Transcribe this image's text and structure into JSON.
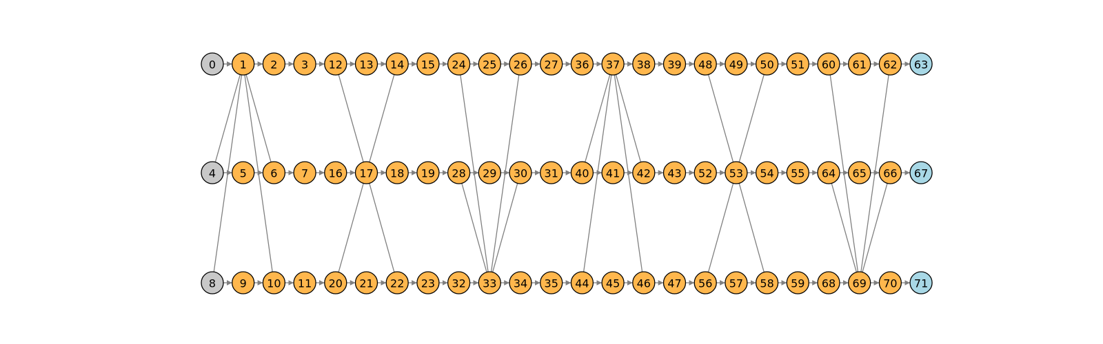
{
  "colors": {
    "source": "#c8c8c8",
    "internal": "#ffb74d",
    "sink": "#a8d8e6",
    "edge": "#808080",
    "stroke": "#000000"
  },
  "rows": [
    {
      "id": "top",
      "nodes": [
        {
          "label": "0",
          "kind": "source"
        },
        {
          "label": "1",
          "kind": "internal"
        },
        {
          "label": "2",
          "kind": "internal"
        },
        {
          "label": "3",
          "kind": "internal"
        },
        {
          "label": "12",
          "kind": "internal"
        },
        {
          "label": "13",
          "kind": "internal"
        },
        {
          "label": "14",
          "kind": "internal"
        },
        {
          "label": "15",
          "kind": "internal"
        },
        {
          "label": "24",
          "kind": "internal"
        },
        {
          "label": "25",
          "kind": "internal"
        },
        {
          "label": "26",
          "kind": "internal"
        },
        {
          "label": "27",
          "kind": "internal"
        },
        {
          "label": "36",
          "kind": "internal"
        },
        {
          "label": "37",
          "kind": "internal"
        },
        {
          "label": "38",
          "kind": "internal"
        },
        {
          "label": "39",
          "kind": "internal"
        },
        {
          "label": "48",
          "kind": "internal"
        },
        {
          "label": "49",
          "kind": "internal"
        },
        {
          "label": "50",
          "kind": "internal"
        },
        {
          "label": "51",
          "kind": "internal"
        },
        {
          "label": "60",
          "kind": "internal"
        },
        {
          "label": "61",
          "kind": "internal"
        },
        {
          "label": "62",
          "kind": "internal"
        },
        {
          "label": "63",
          "kind": "sink"
        }
      ]
    },
    {
      "id": "middle",
      "nodes": [
        {
          "label": "4",
          "kind": "source"
        },
        {
          "label": "5",
          "kind": "internal"
        },
        {
          "label": "6",
          "kind": "internal"
        },
        {
          "label": "7",
          "kind": "internal"
        },
        {
          "label": "16",
          "kind": "internal"
        },
        {
          "label": "17",
          "kind": "internal"
        },
        {
          "label": "18",
          "kind": "internal"
        },
        {
          "label": "19",
          "kind": "internal"
        },
        {
          "label": "28",
          "kind": "internal"
        },
        {
          "label": "29",
          "kind": "internal"
        },
        {
          "label": "30",
          "kind": "internal"
        },
        {
          "label": "31",
          "kind": "internal"
        },
        {
          "label": "40",
          "kind": "internal"
        },
        {
          "label": "41",
          "kind": "internal"
        },
        {
          "label": "42",
          "kind": "internal"
        },
        {
          "label": "43",
          "kind": "internal"
        },
        {
          "label": "52",
          "kind": "internal"
        },
        {
          "label": "53",
          "kind": "internal"
        },
        {
          "label": "54",
          "kind": "internal"
        },
        {
          "label": "55",
          "kind": "internal"
        },
        {
          "label": "64",
          "kind": "internal"
        },
        {
          "label": "65",
          "kind": "internal"
        },
        {
          "label": "66",
          "kind": "internal"
        },
        {
          "label": "67",
          "kind": "sink"
        }
      ]
    },
    {
      "id": "bottom",
      "nodes": [
        {
          "label": "8",
          "kind": "source"
        },
        {
          "label": "9",
          "kind": "internal"
        },
        {
          "label": "10",
          "kind": "internal"
        },
        {
          "label": "11",
          "kind": "internal"
        },
        {
          "label": "20",
          "kind": "internal"
        },
        {
          "label": "21",
          "kind": "internal"
        },
        {
          "label": "22",
          "kind": "internal"
        },
        {
          "label": "23",
          "kind": "internal"
        },
        {
          "label": "32",
          "kind": "internal"
        },
        {
          "label": "33",
          "kind": "internal"
        },
        {
          "label": "34",
          "kind": "internal"
        },
        {
          "label": "35",
          "kind": "internal"
        },
        {
          "label": "44",
          "kind": "internal"
        },
        {
          "label": "45",
          "kind": "internal"
        },
        {
          "label": "46",
          "kind": "internal"
        },
        {
          "label": "47",
          "kind": "internal"
        },
        {
          "label": "56",
          "kind": "internal"
        },
        {
          "label": "57",
          "kind": "internal"
        },
        {
          "label": "58",
          "kind": "internal"
        },
        {
          "label": "59",
          "kind": "internal"
        },
        {
          "label": "68",
          "kind": "internal"
        },
        {
          "label": "69",
          "kind": "internal"
        },
        {
          "label": "70",
          "kind": "internal"
        },
        {
          "label": "71",
          "kind": "sink"
        }
      ]
    }
  ],
  "cross_edges": [
    [
      "1",
      "4"
    ],
    [
      "1",
      "6"
    ],
    [
      "1",
      "8"
    ],
    [
      "1",
      "10"
    ],
    [
      "12",
      "17"
    ],
    [
      "14",
      "17"
    ],
    [
      "17",
      "20"
    ],
    [
      "17",
      "22"
    ],
    [
      "24",
      "33"
    ],
    [
      "26",
      "33"
    ],
    [
      "28",
      "33"
    ],
    [
      "30",
      "33"
    ],
    [
      "37",
      "40"
    ],
    [
      "37",
      "42"
    ],
    [
      "37",
      "44"
    ],
    [
      "37",
      "46"
    ],
    [
      "48",
      "53"
    ],
    [
      "50",
      "53"
    ],
    [
      "53",
      "56"
    ],
    [
      "53",
      "58"
    ],
    [
      "60",
      "69"
    ],
    [
      "62",
      "69"
    ],
    [
      "64",
      "69"
    ],
    [
      "66",
      "69"
    ]
  ]
}
